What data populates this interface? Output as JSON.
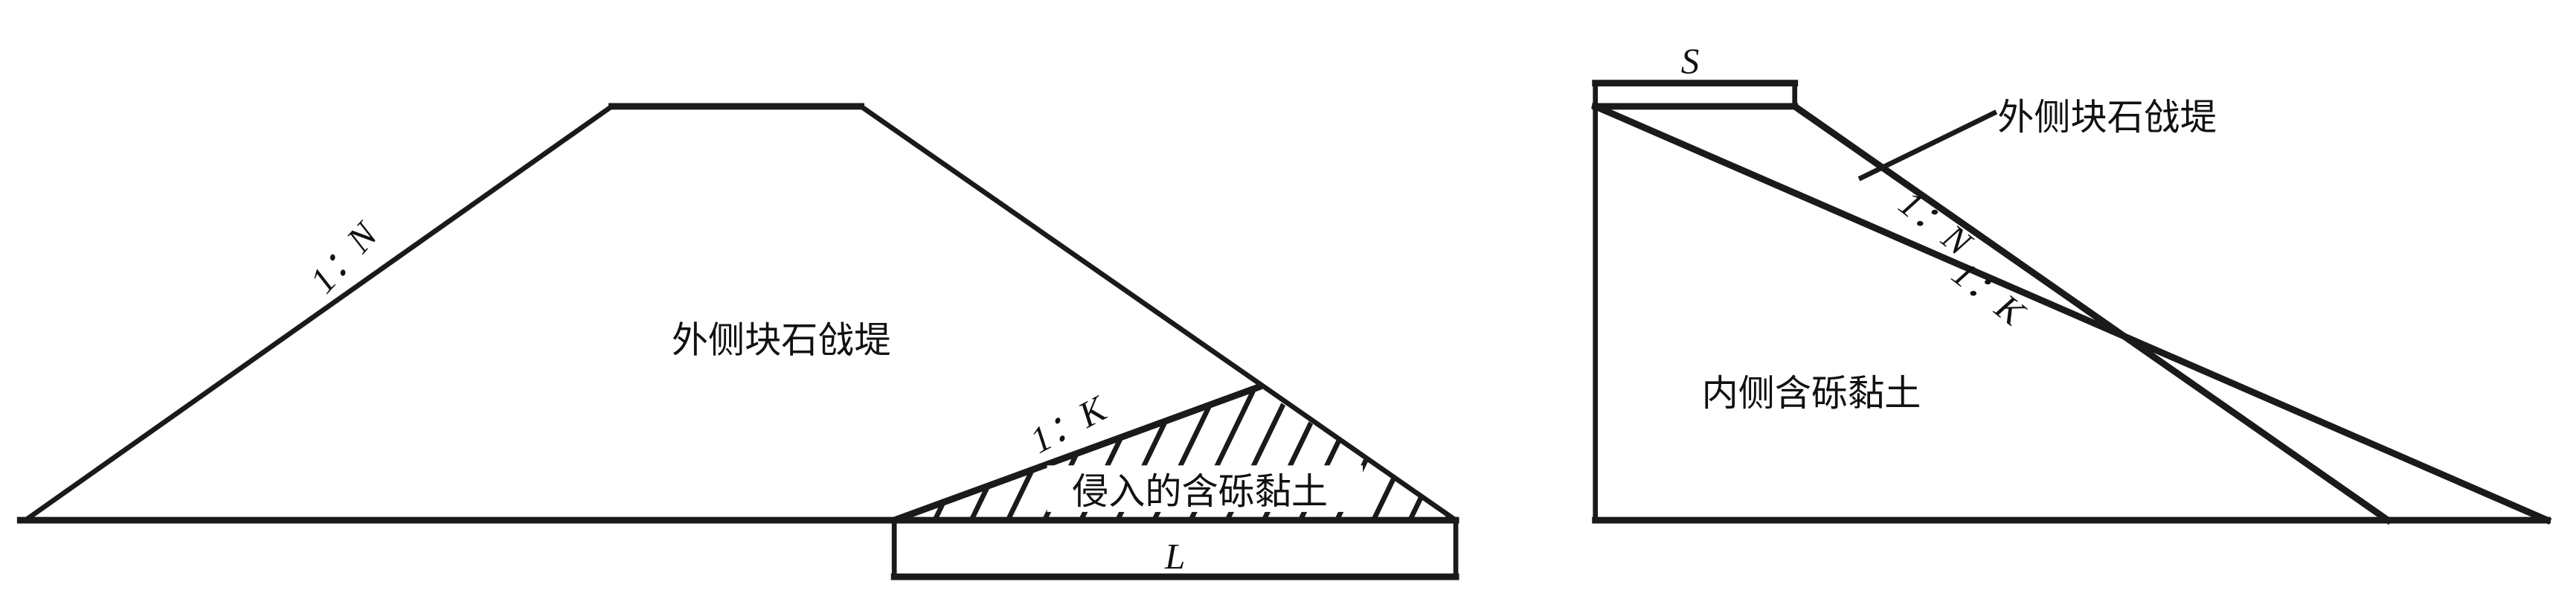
{
  "left_figure": {
    "main_label": "外侧块石戗堤",
    "outer_slope_label": "1：N",
    "inner_slope_label": "1：K",
    "intrusion_label": "侵入的含砾黏土",
    "length_label": "L"
  },
  "right_figure": {
    "width_label": "S",
    "outer_label": "外侧块石戗堤",
    "outer_slope_label": "1：N",
    "inner_slope_label": "1：K",
    "inner_label": "内侧含砾黏土"
  },
  "colors": {
    "line": "#1a1a1a",
    "background": "#ffffff"
  }
}
